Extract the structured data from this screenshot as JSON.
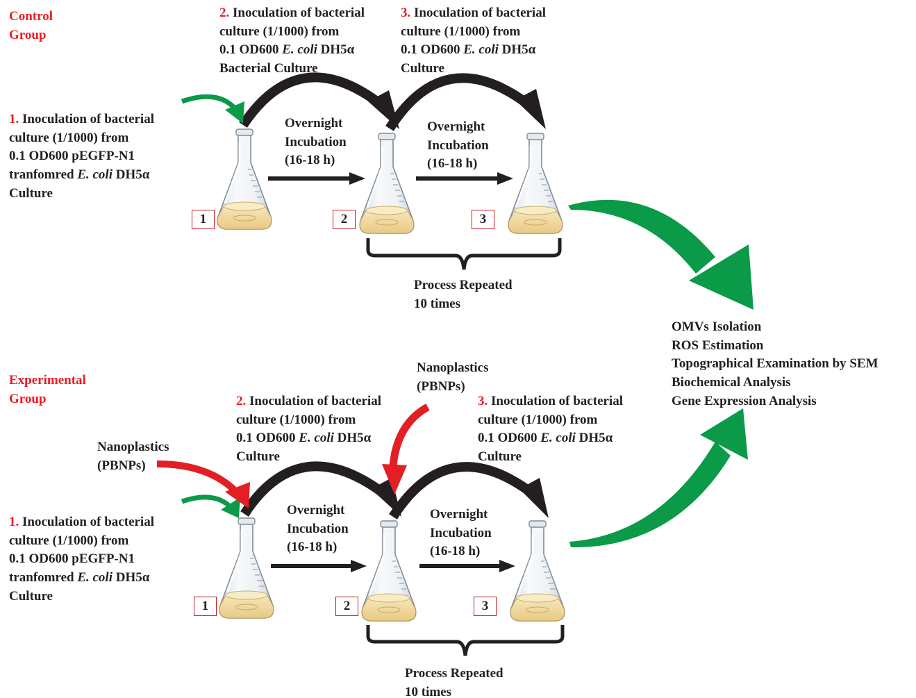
{
  "control": {
    "group_label": [
      "Control",
      "Group"
    ],
    "step1": {
      "num": "1.",
      "lines": [
        " Inoculation of bacterial",
        "culture (1/1000) from",
        "0.1 OD600 pEGFP-N1"
      ],
      "line4_pre": "tranfomred ",
      "line4_italic": "E. coli",
      "line4_post": " DH5α",
      "line5": " Culture"
    },
    "step2": {
      "num": "2.",
      "line1": " Inoculation of bacterial",
      "line2": "culture (1/1000) from",
      "line3_pre": "0.1 OD600  ",
      "line3_italic": "E. coli",
      "line3_post": " DH5α",
      "line4": "Bacterial Culture"
    },
    "step3": {
      "num": "3.",
      "line1": " Inoculation of bacterial",
      "line2": "culture (1/1000) from",
      "line3_pre": "0.1 OD600  ",
      "line3_italic": "E. coli",
      "line3_post": " DH5α",
      "line4": "Culture"
    },
    "incubation1": [
      "Overnight",
      "Incubation",
      "(16-18 h)"
    ],
    "incubation2": [
      "Overnight",
      "Incubation",
      "(16-18 h)"
    ],
    "flask_labels": [
      "1",
      "2",
      "3"
    ],
    "repeat": [
      "Process Repeated",
      "10 times"
    ]
  },
  "experimental": {
    "group_label": [
      "Experimental",
      "Group"
    ],
    "nanoplastics1": [
      "Nanoplastics",
      "(PBNPs)"
    ],
    "nanoplastics2": [
      "Nanoplastics",
      "(PBNPs)"
    ],
    "step1": {
      "num": "1.",
      "lines": [
        " Inoculation of bacterial",
        "culture (1/1000) from",
        "0.1 OD600 pEGFP-N1"
      ],
      "line4_pre": "tranfomred ",
      "line4_italic": "E. coli",
      "line4_post": " DH5α",
      "line5": "Culture"
    },
    "step2": {
      "num": "2.",
      "line1": " Inoculation of bacterial",
      "line2": "culture (1/1000) from",
      "line3_pre": "0.1 OD600 ",
      "line3_italic": "E. coli",
      "line3_post": " DH5α",
      "line4": "Culture"
    },
    "step3": {
      "num": "3.",
      "line1": " Inoculation of bacterial",
      "line2": "culture (1/1000) from",
      "line3_pre": "0.1 OD600  ",
      "line3_italic": "E. coli",
      "line3_post": " DH5α",
      "line4": "Culture"
    },
    "incubation1": [
      "Overnight",
      "Incubation",
      "(16-18 h)"
    ],
    "incubation2": [
      "Overnight",
      "Incubation",
      "(16-18 h)"
    ],
    "flask_labels": [
      "1",
      "2",
      "3"
    ],
    "repeat": [
      "Process Repeated",
      "10 times"
    ]
  },
  "analyses": [
    "OMVs Isolation",
    "ROS Estimation",
    "Topographical Examination by SEM",
    "Biochemical Analysis",
    "Gene Expression Analysis"
  ],
  "colors": {
    "red_text": "#ed1c24",
    "green_arrow": "#0a9a48",
    "red_arrow": "#e31e24",
    "black_arrow": "#231f20",
    "culture": "#f3dea3"
  }
}
